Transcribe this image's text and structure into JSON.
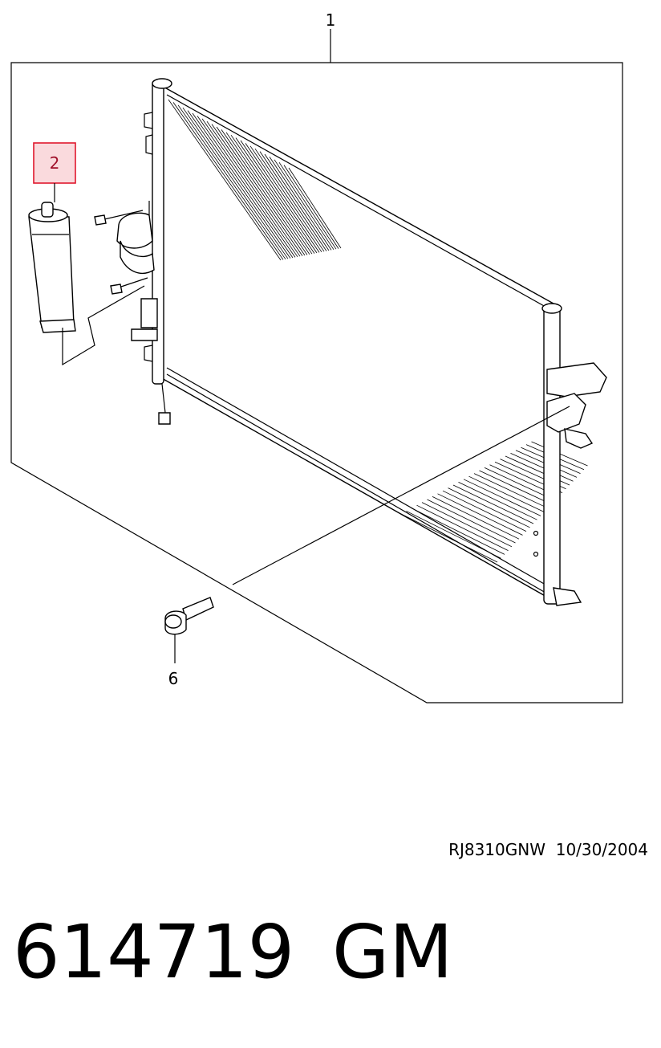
{
  "callouts": [
    {
      "id": "callout-1",
      "label": "1",
      "highlighted": false
    },
    {
      "id": "callout-2",
      "label": "2",
      "highlighted": true
    },
    {
      "id": "callout-6",
      "label": "6",
      "highlighted": false
    }
  ],
  "drawing_ref": {
    "code": "RJ8310GNW",
    "date": "10/30/2004"
  },
  "footer": {
    "part_number": "614719",
    "brand": "GM"
  },
  "colors": {
    "highlight_fill": "#fadadd",
    "highlight_border": "#e0182d",
    "line": "#000000"
  }
}
